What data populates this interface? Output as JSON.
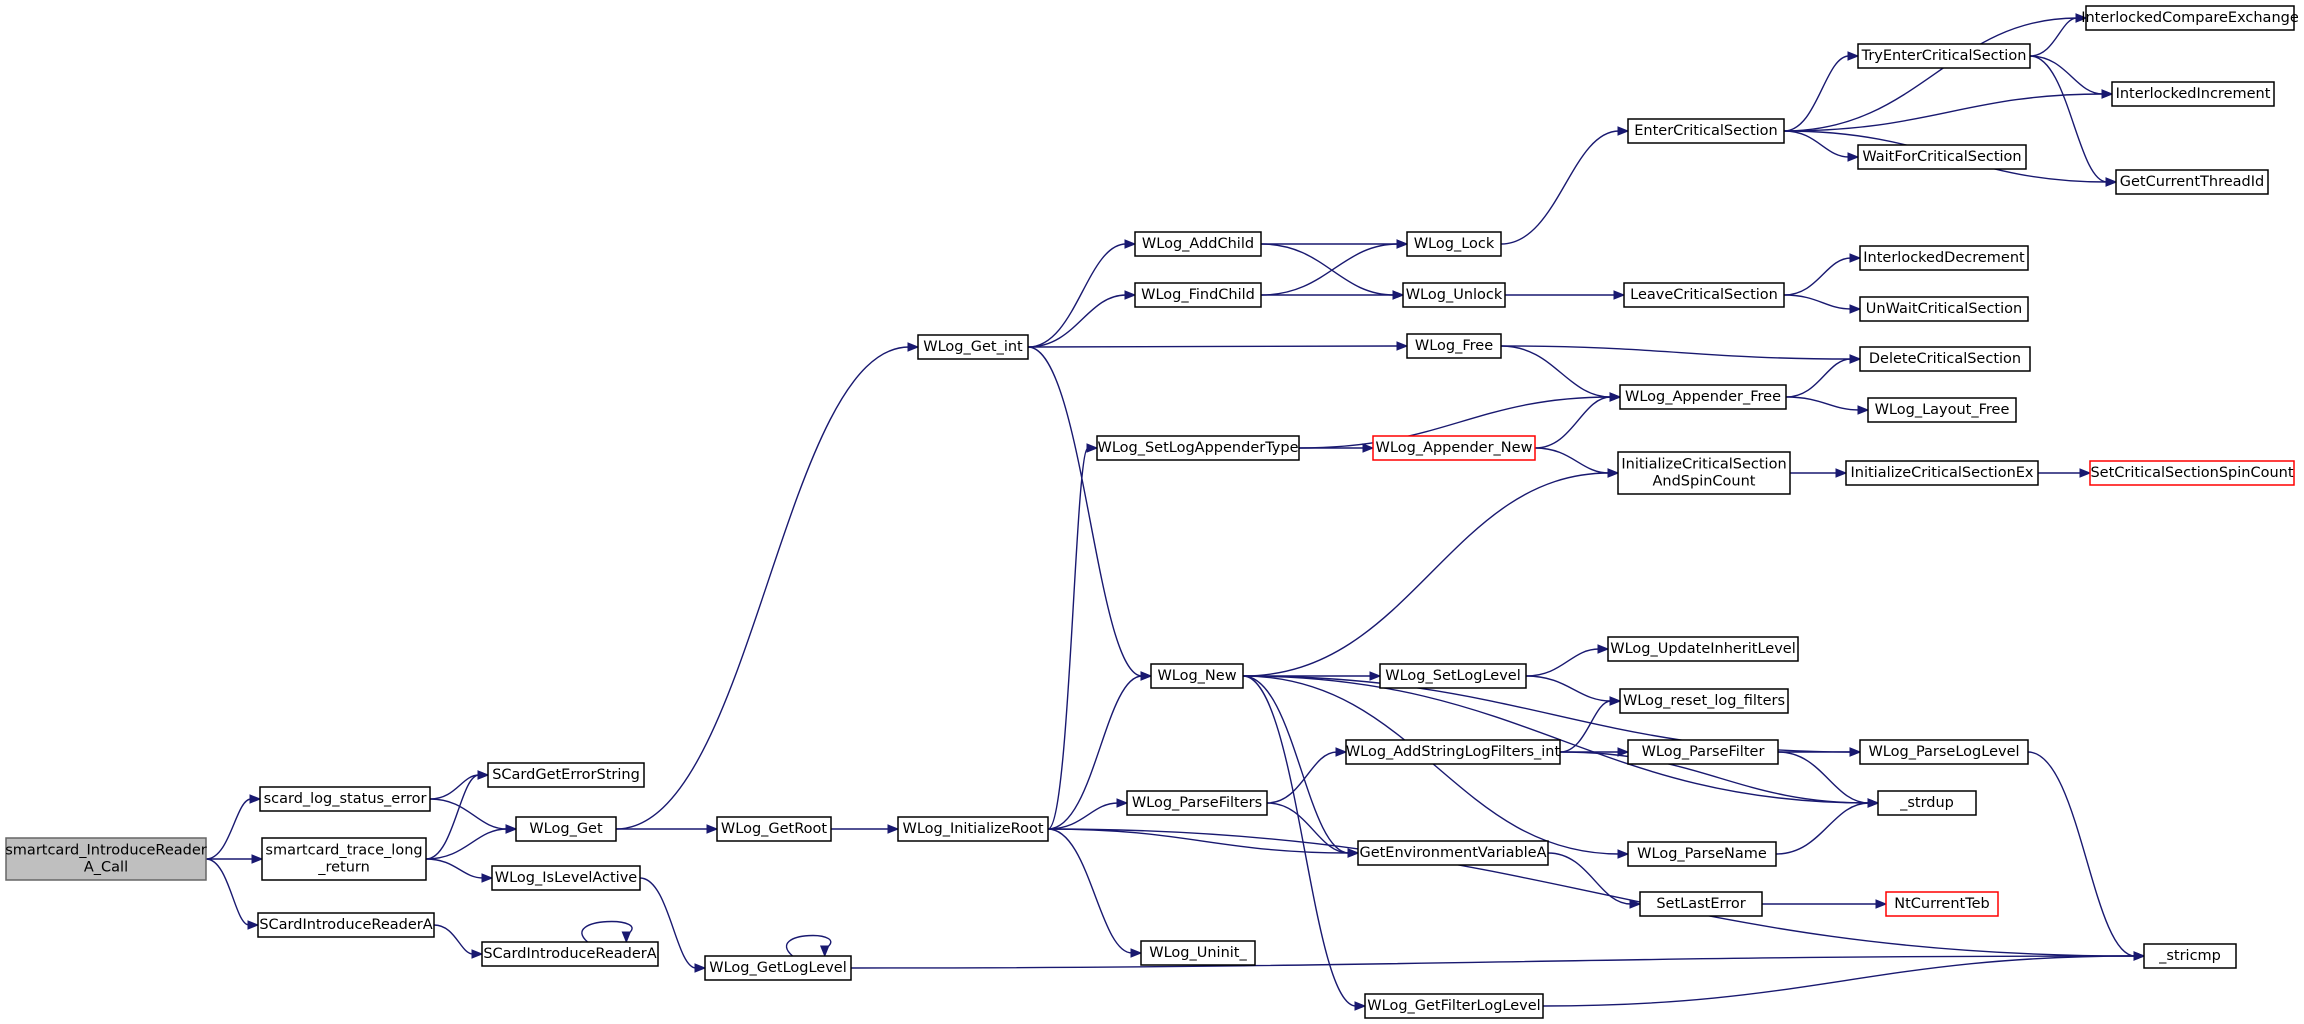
{
  "graph": {
    "edge_color": "#191970",
    "root_fill": "#bfbfbf",
    "truncated_border": "#ff0000",
    "nodes": [
      {
        "id": "root",
        "label": "smartcard_IntroduceReader\nA_Call",
        "style": "root"
      },
      {
        "id": "scard_log_status_error",
        "label": "scard_log_status_error"
      },
      {
        "id": "smartcard_trace_long_return",
        "label": "smartcard_trace_long\n_return"
      },
      {
        "id": "SCardIntroduceReaderA_1",
        "label": "SCardIntroduceReaderA"
      },
      {
        "id": "SCardGetErrorString",
        "label": "SCardGetErrorString"
      },
      {
        "id": "WLog_Get",
        "label": "WLog_Get"
      },
      {
        "id": "WLog_IsLevelActive",
        "label": "WLog_IsLevelActive"
      },
      {
        "id": "SCardIntroduceReaderA_2",
        "label": "SCardIntroduceReaderA"
      },
      {
        "id": "WLog_GetRoot",
        "label": "WLog_GetRoot"
      },
      {
        "id": "WLog_GetLogLevel",
        "label": "WLog_GetLogLevel"
      },
      {
        "id": "WLog_Get_int",
        "label": "WLog_Get_int"
      },
      {
        "id": "WLog_InitializeRoot",
        "label": "WLog_InitializeRoot"
      },
      {
        "id": "WLog_AddChild",
        "label": "WLog_AddChild"
      },
      {
        "id": "WLog_FindChild",
        "label": "WLog_FindChild"
      },
      {
        "id": "WLog_SetLogAppenderType",
        "label": "WLog_SetLogAppenderType"
      },
      {
        "id": "WLog_New",
        "label": "WLog_New"
      },
      {
        "id": "WLog_ParseFilters",
        "label": "WLog_ParseFilters"
      },
      {
        "id": "WLog_Uninit_",
        "label": "WLog_Uninit_"
      },
      {
        "id": "WLog_GetFilterLogLevel",
        "label": "WLog_GetFilterLogLevel"
      },
      {
        "id": "WLog_Lock",
        "label": "WLog_Lock"
      },
      {
        "id": "WLog_Unlock",
        "label": "WLog_Unlock"
      },
      {
        "id": "WLog_Free",
        "label": "WLog_Free"
      },
      {
        "id": "WLog_Appender_New",
        "label": "WLog_Appender_New",
        "style": "truncated"
      },
      {
        "id": "WLog_SetLogLevel",
        "label": "WLog_SetLogLevel"
      },
      {
        "id": "WLog_AddStringLogFilters_int",
        "label": "WLog_AddStringLogFilters_int"
      },
      {
        "id": "GetEnvironmentVariableA",
        "label": "GetEnvironmentVariableA"
      },
      {
        "id": "EnterCriticalSection",
        "label": "EnterCriticalSection"
      },
      {
        "id": "LeaveCriticalSection",
        "label": "LeaveCriticalSection"
      },
      {
        "id": "WLog_Appender_Free",
        "label": "WLog_Appender_Free"
      },
      {
        "id": "InitializeCriticalSectionAndSpinCount",
        "label": "InitializeCriticalSection\nAndSpinCount"
      },
      {
        "id": "WLog_UpdateInheritLevel",
        "label": "WLog_UpdateInheritLevel"
      },
      {
        "id": "WLog_reset_log_filters",
        "label": "WLog_reset_log_filters"
      },
      {
        "id": "WLog_ParseFilter",
        "label": "WLog_ParseFilter"
      },
      {
        "id": "WLog_ParseName",
        "label": "WLog_ParseName"
      },
      {
        "id": "SetLastError",
        "label": "SetLastError"
      },
      {
        "id": "TryEnterCriticalSection",
        "label": "TryEnterCriticalSection"
      },
      {
        "id": "WaitForCriticalSection",
        "label": "WaitForCriticalSection"
      },
      {
        "id": "InterlockedDecrement",
        "label": "InterlockedDecrement"
      },
      {
        "id": "UnWaitCriticalSection",
        "label": "UnWaitCriticalSection"
      },
      {
        "id": "DeleteCriticalSection",
        "label": "DeleteCriticalSection"
      },
      {
        "id": "WLog_Layout_Free",
        "label": "WLog_Layout_Free"
      },
      {
        "id": "InitializeCriticalSectionEx",
        "label": "InitializeCriticalSectionEx"
      },
      {
        "id": "WLog_ParseLogLevel",
        "label": "WLog_ParseLogLevel"
      },
      {
        "id": "_strdup",
        "label": "_strdup"
      },
      {
        "id": "NtCurrentTeb",
        "label": "NtCurrentTeb",
        "style": "truncated"
      },
      {
        "id": "InterlockedCompareExchange",
        "label": "InterlockedCompareExchange"
      },
      {
        "id": "InterlockedIncrement",
        "label": "InterlockedIncrement"
      },
      {
        "id": "GetCurrentThreadId",
        "label": "GetCurrentThreadId"
      },
      {
        "id": "SetCriticalSectionSpinCount",
        "label": "SetCriticalSectionSpinCount",
        "style": "truncated"
      },
      {
        "id": "_stricmp",
        "label": "_stricmp"
      }
    ],
    "edges": [
      [
        "root",
        "scard_log_status_error"
      ],
      [
        "root",
        "smartcard_trace_long_return"
      ],
      [
        "root",
        "SCardIntroduceReaderA_1"
      ],
      [
        "scard_log_status_error",
        "SCardGetErrorString"
      ],
      [
        "scard_log_status_error",
        "WLog_Get"
      ],
      [
        "smartcard_trace_long_return",
        "SCardGetErrorString"
      ],
      [
        "smartcard_trace_long_return",
        "WLog_Get"
      ],
      [
        "smartcard_trace_long_return",
        "WLog_IsLevelActive"
      ],
      [
        "SCardIntroduceReaderA_1",
        "SCardIntroduceReaderA_2"
      ],
      [
        "SCardIntroduceReaderA_2",
        "SCardIntroduceReaderA_2"
      ],
      [
        "WLog_Get",
        "WLog_GetRoot"
      ],
      [
        "WLog_Get",
        "WLog_Get_int"
      ],
      [
        "WLog_IsLevelActive",
        "WLog_GetLogLevel"
      ],
      [
        "WLog_GetLogLevel",
        "WLog_GetLogLevel"
      ],
      [
        "WLog_GetLogLevel",
        "_stricmp"
      ],
      [
        "WLog_GetRoot",
        "WLog_InitializeRoot"
      ],
      [
        "WLog_Get_int",
        "WLog_AddChild"
      ],
      [
        "WLog_Get_int",
        "WLog_FindChild"
      ],
      [
        "WLog_Get_int",
        "WLog_Free"
      ],
      [
        "WLog_Get_int",
        "WLog_New"
      ],
      [
        "WLog_InitializeRoot",
        "WLog_SetLogAppenderType"
      ],
      [
        "WLog_InitializeRoot",
        "WLog_New"
      ],
      [
        "WLog_InitializeRoot",
        "WLog_ParseFilters"
      ],
      [
        "WLog_InitializeRoot",
        "WLog_Uninit_"
      ],
      [
        "WLog_InitializeRoot",
        "GetEnvironmentVariableA"
      ],
      [
        "WLog_InitializeRoot",
        "_stricmp"
      ],
      [
        "WLog_AddChild",
        "WLog_Lock"
      ],
      [
        "WLog_AddChild",
        "WLog_Unlock"
      ],
      [
        "WLog_FindChild",
        "WLog_Lock"
      ],
      [
        "WLog_FindChild",
        "WLog_Unlock"
      ],
      [
        "WLog_SetLogAppenderType",
        "WLog_Appender_New"
      ],
      [
        "WLog_SetLogAppenderType",
        "WLog_Appender_Free"
      ],
      [
        "WLog_New",
        "InitializeCriticalSectionAndSpinCount"
      ],
      [
        "WLog_New",
        "WLog_ParseLogLevel"
      ],
      [
        "WLog_New",
        "_strdup"
      ],
      [
        "WLog_New",
        "WLog_SetLogLevel"
      ],
      [
        "WLog_New",
        "GetEnvironmentVariableA"
      ],
      [
        "WLog_New",
        "WLog_ParseName"
      ],
      [
        "WLog_New",
        "WLog_GetFilterLogLevel"
      ],
      [
        "WLog_ParseFilters",
        "WLog_AddStringLogFilters_int"
      ],
      [
        "WLog_ParseFilters",
        "GetEnvironmentVariableA"
      ],
      [
        "WLog_GetFilterLogLevel",
        "_stricmp"
      ],
      [
        "WLog_Lock",
        "EnterCriticalSection"
      ],
      [
        "WLog_Unlock",
        "LeaveCriticalSection"
      ],
      [
        "WLog_Free",
        "WLog_Appender_Free"
      ],
      [
        "WLog_Free",
        "DeleteCriticalSection"
      ],
      [
        "WLog_Appender_New",
        "WLog_Appender_Free"
      ],
      [
        "WLog_Appender_New",
        "InitializeCriticalSectionAndSpinCount"
      ],
      [
        "WLog_SetLogLevel",
        "WLog_UpdateInheritLevel"
      ],
      [
        "WLog_SetLogLevel",
        "WLog_reset_log_filters"
      ],
      [
        "WLog_AddStringLogFilters_int",
        "WLog_reset_log_filters"
      ],
      [
        "WLog_AddStringLogFilters_int",
        "WLog_ParseFilter"
      ],
      [
        "WLog_AddStringLogFilters_int",
        "_strdup"
      ],
      [
        "GetEnvironmentVariableA",
        "SetLastError"
      ],
      [
        "EnterCriticalSection",
        "TryEnterCriticalSection"
      ],
      [
        "EnterCriticalSection",
        "InterlockedCompareExchange"
      ],
      [
        "EnterCriticalSection",
        "InterlockedIncrement"
      ],
      [
        "EnterCriticalSection",
        "WaitForCriticalSection"
      ],
      [
        "EnterCriticalSection",
        "GetCurrentThreadId"
      ],
      [
        "LeaveCriticalSection",
        "InterlockedDecrement"
      ],
      [
        "LeaveCriticalSection",
        "UnWaitCriticalSection"
      ],
      [
        "WLog_Appender_Free",
        "DeleteCriticalSection"
      ],
      [
        "WLog_Appender_Free",
        "WLog_Layout_Free"
      ],
      [
        "InitializeCriticalSectionAndSpinCount",
        "InitializeCriticalSectionEx"
      ],
      [
        "WLog_ParseFilter",
        "WLog_ParseLogLevel"
      ],
      [
        "WLog_ParseFilter",
        "_strdup"
      ],
      [
        "WLog_ParseName",
        "_strdup"
      ],
      [
        "SetLastError",
        "NtCurrentTeb"
      ],
      [
        "TryEnterCriticalSection",
        "InterlockedCompareExchange"
      ],
      [
        "TryEnterCriticalSection",
        "InterlockedIncrement"
      ],
      [
        "TryEnterCriticalSection",
        "GetCurrentThreadId"
      ],
      [
        "InitializeCriticalSectionEx",
        "SetCriticalSectionSpinCount"
      ],
      [
        "WLog_ParseLogLevel",
        "_stricmp"
      ]
    ]
  }
}
